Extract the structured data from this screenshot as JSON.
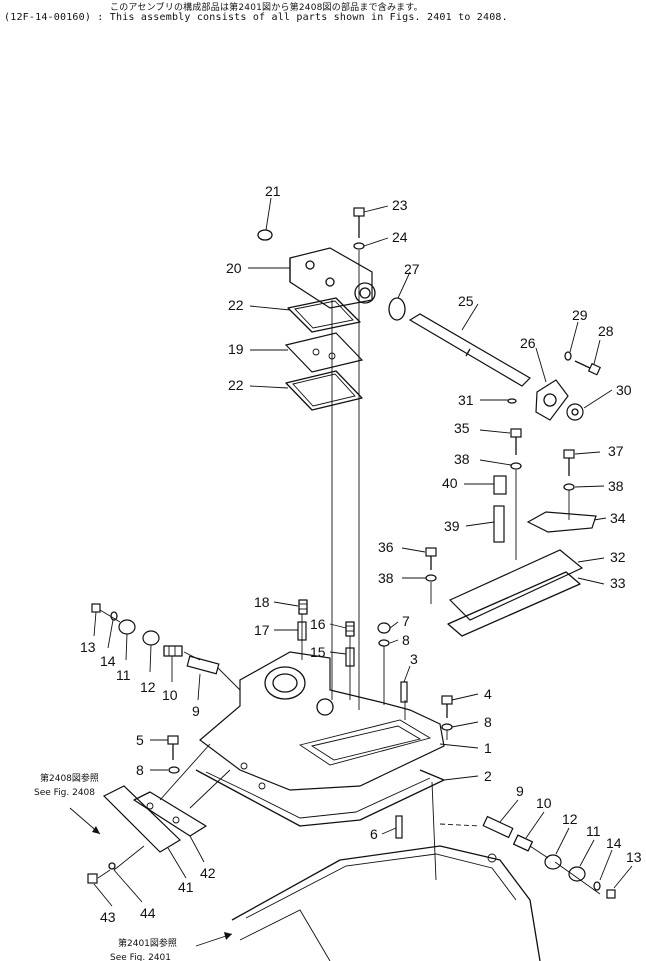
{
  "header": {
    "line_jp": "このアセンブリの構成部品は第2401図から第2408図の部品まで含みます。",
    "line_en": "(12F-14-00160) : This assembly consists of all parts shown in Figs. 2401 to 2408."
  },
  "references": {
    "fig2408_jp": "第2408図参照",
    "fig2408_en": "See Fig. 2408",
    "fig2401_jp": "第2401図参照",
    "fig2401_en": "See Fig. 2401"
  },
  "callouts": [
    "1",
    "2",
    "3",
    "4",
    "5",
    "6",
    "7",
    "8",
    "9",
    "10",
    "11",
    "12",
    "13",
    "14",
    "15",
    "16",
    "17",
    "18",
    "19",
    "20",
    "21",
    "22",
    "23",
    "24",
    "25",
    "26",
    "27",
    "28",
    "29",
    "30",
    "31",
    "32",
    "33",
    "34",
    "35",
    "36",
    "37",
    "38",
    "39",
    "40",
    "41",
    "42",
    "43",
    "44"
  ],
  "labels": {
    "c1": "1",
    "c2": "2",
    "c3": "3",
    "c4": "4",
    "c5": "5",
    "c6": "6",
    "c7": "7",
    "c8a": "8",
    "c8b": "8",
    "c8c": "8",
    "c9a": "9",
    "c9b": "9",
    "c10a": "10",
    "c10b": "10",
    "c11a": "11",
    "c11b": "11",
    "c12a": "12",
    "c12b": "12",
    "c13a": "13",
    "c13b": "13",
    "c14a": "14",
    "c14b": "14",
    "c15": "15",
    "c16": "16",
    "c17": "17",
    "c18": "18",
    "c19": "19",
    "c20": "20",
    "c21": "21",
    "c22a": "22",
    "c22b": "22",
    "c23": "23",
    "c24": "24",
    "c25": "25",
    "c26": "26",
    "c27": "27",
    "c28": "28",
    "c29": "29",
    "c30": "30",
    "c31": "31",
    "c32": "32",
    "c33": "33",
    "c34": "34",
    "c35": "35",
    "c36": "36",
    "c37": "37",
    "c38a": "38",
    "c38b": "38",
    "c38c": "38",
    "c39": "39",
    "c40": "40",
    "c41": "41",
    "c42": "42",
    "c43": "43",
    "c44": "44"
  }
}
